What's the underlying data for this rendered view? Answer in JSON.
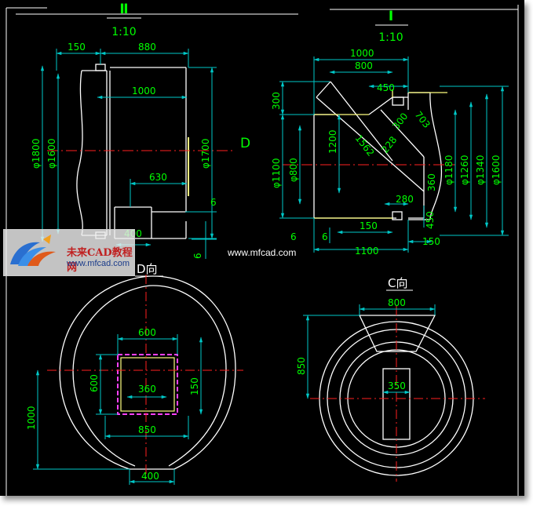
{
  "views": {
    "view2": {
      "roman": "Ⅱ",
      "scale": "1:10"
    },
    "view1": {
      "roman": "Ⅰ",
      "scale": "1:10"
    },
    "label_d": "D",
    "d_view": "D向",
    "c_view": "C向"
  },
  "dims": {
    "v2_150": "150",
    "v2_880": "880",
    "v2_1000": "1000",
    "v2_630": "630",
    "v2_400": "400",
    "v2_phi1800": "φ1800",
    "v2_phi1600": "φ1600",
    "v2_phi1700": "φ1700",
    "v2_6a": "6",
    "v2_6b": "6",
    "v1_1000": "1000",
    "v1_800": "800",
    "v1_450": "450",
    "v1_300": "300",
    "v1_1200": "1200",
    "v1_1562": "1562",
    "v1_228": "228",
    "v1_300b": "300",
    "v1_703": "703",
    "v1_phi1100": "φ1100",
    "v1_phi800": "φ800",
    "v1_360": "360",
    "v1_phi1180": "φ1180",
    "v1_phi1260": "φ1260",
    "v1_phi1340": "φ1340",
    "v1_phi1600": "φ1600",
    "v1_280": "280",
    "v1_150": "150",
    "v1_150b": "150",
    "v1_450b": "450",
    "v1_6a": "6",
    "v1_6b": "6",
    "v1_1100": "1100",
    "d_600top": "600",
    "d_600left": "600",
    "d_360": "360",
    "d_150": "150",
    "d_850": "850",
    "d_1000": "1000",
    "d_400": "400",
    "c_800": "800",
    "c_850": "850",
    "c_350": "350"
  },
  "watermark": {
    "name": "未来CAD教程网",
    "url": "www.mfcad.com"
  },
  "site_url": "www.mfcad.com",
  "colors": {
    "background": "#000000",
    "dimension": "#00ff00",
    "dimline": "#00c8c8",
    "outline": "#ffffff",
    "center": "#ff2020",
    "accent": "#ffff80",
    "highlight": "#ff40ff"
  }
}
